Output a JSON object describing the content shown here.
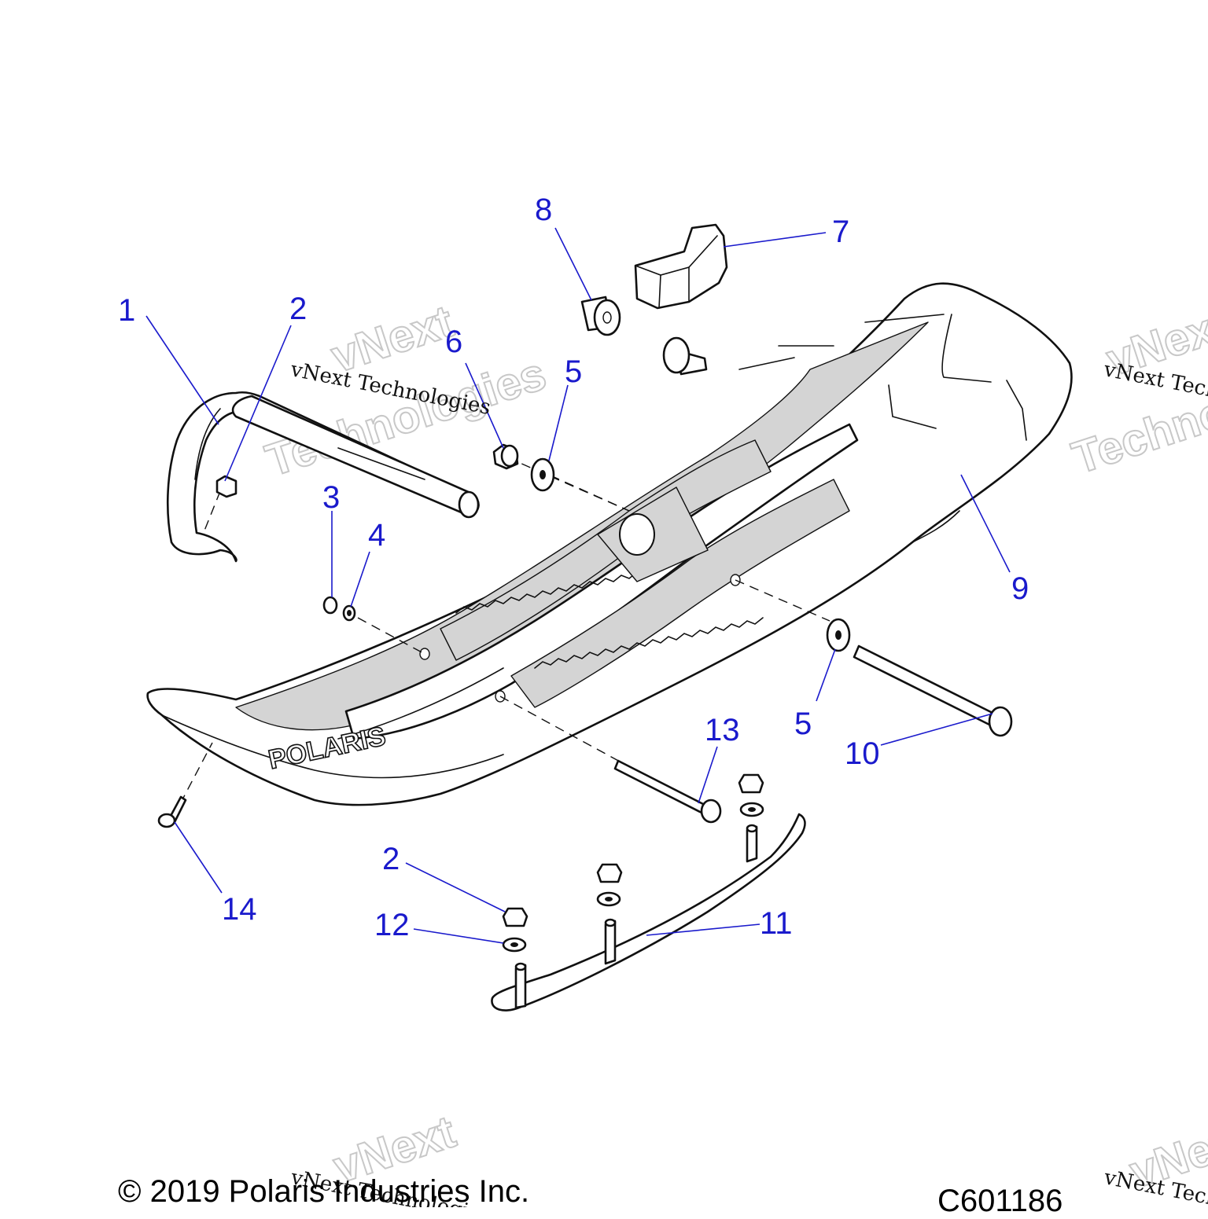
{
  "callouts": [
    {
      "label": "1"
    },
    {
      "label": "2"
    },
    {
      "label": "3"
    },
    {
      "label": "4"
    },
    {
      "label": "5"
    },
    {
      "label": "6"
    },
    {
      "label": "7"
    },
    {
      "label": "8"
    },
    {
      "label": "9"
    },
    {
      "label": "10"
    },
    {
      "label": "11"
    },
    {
      "label": "12"
    },
    {
      "label": "13"
    },
    {
      "label": "14"
    }
  ],
  "watermark": {
    "company": "vNext Technologies",
    "word1": "vNext",
    "word2": "Technologies"
  },
  "ski_logo": "POLARIS",
  "footer": {
    "copyright": "© 2019 Polaris Industries Inc.",
    "diagram_code": "C601186"
  },
  "colors": {
    "callout": "#1a1acc",
    "line": "#111111",
    "shade": "#d4d4d4"
  }
}
